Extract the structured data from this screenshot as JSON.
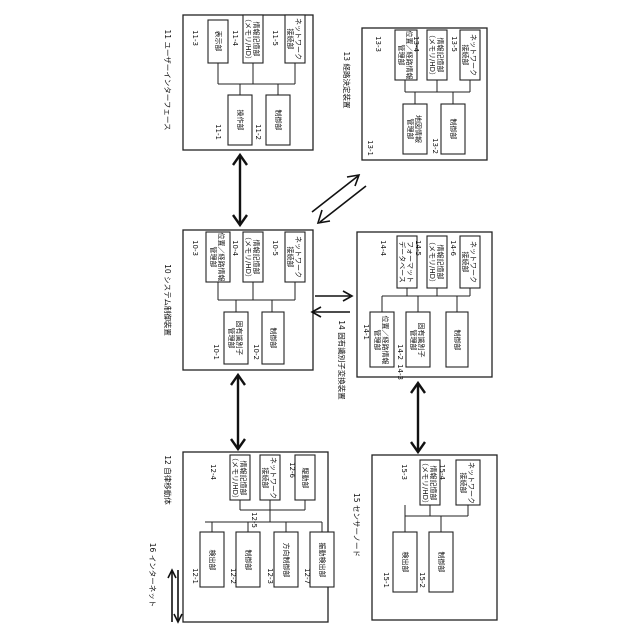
{
  "components": {
    "c11": {
      "title": "11 ユーザーインターフェース",
      "subs": [
        {
          "ref": "11-3",
          "lines": [
            "表示部"
          ]
        },
        {
          "ref": "11-4",
          "lines": [
            "情報記憶部",
            "（メモリ/HD）"
          ]
        },
        {
          "ref": "11-5",
          "lines": [
            "ネットワーク",
            "接続部"
          ]
        },
        {
          "ref": "11-1",
          "lines": [
            "操作部"
          ]
        },
        {
          "ref": "11-2",
          "lines": [
            "制御部"
          ]
        }
      ]
    },
    "c13": {
      "title": "13 経路決定装置",
      "subs": [
        {
          "ref": "13-3",
          "lines": [
            "位置／経路情報",
            "管理部"
          ]
        },
        {
          "ref": "13-4",
          "lines": [
            "情報記憶部",
            "（メモリ/HD）"
          ]
        },
        {
          "ref": "13-5",
          "lines": [
            "ネットワーク",
            "接続部"
          ]
        },
        {
          "ref": "13-1",
          "lines": [
            "地図情報",
            "管理部"
          ]
        },
        {
          "ref": "13-2",
          "lines": [
            "制御部"
          ]
        }
      ]
    },
    "c10": {
      "title": "10 システム制御装置",
      "subs": [
        {
          "ref": "10-3",
          "lines": [
            "位置／経路情報",
            "管理部"
          ]
        },
        {
          "ref": "10-4",
          "lines": [
            "情報記憶部",
            "（メモリ/HD）"
          ]
        },
        {
          "ref": "10-5",
          "lines": [
            "ネットワーク",
            "接続部"
          ]
        },
        {
          "ref": "10-1",
          "lines": [
            "固有識別子",
            "管理部"
          ]
        },
        {
          "ref": "10-2",
          "lines": [
            "制御部"
          ]
        }
      ]
    },
    "c14": {
      "title": "14 固有識別子変換装置",
      "subs": [
        {
          "ref": "14-4",
          "lines": [
            "フォーマット",
            "データベース"
          ]
        },
        {
          "ref": "14-5",
          "lines": [
            "情報記憶部",
            "（メモリ/HD）"
          ]
        },
        {
          "ref": "14-6",
          "lines": [
            "ネットワーク",
            "接続部"
          ]
        },
        {
          "ref": "14-1",
          "lines": [
            "位置／経路情報",
            "管理部"
          ]
        },
        {
          "ref": "14-2",
          "lines": [
            "固有識別子",
            "管理部"
          ]
        },
        {
          "ref": "14-3",
          "lines": [
            "制御部"
          ]
        }
      ]
    },
    "c12": {
      "title": "12 自律移動体",
      "subs": [
        {
          "ref": "12-4",
          "lines": [
            "情報記憶部",
            "（メモリ/HD）"
          ]
        },
        {
          "ref": "12-5",
          "lines": [
            "ネットワーク",
            "接続部"
          ]
        },
        {
          "ref": "12-6",
          "lines": [
            "駆動部"
          ]
        },
        {
          "ref": "12-1",
          "lines": [
            "検出部"
          ]
        },
        {
          "ref": "12-2",
          "lines": [
            "制御部"
          ]
        },
        {
          "ref": "12-3",
          "lines": [
            "方向制御部"
          ]
        },
        {
          "ref": "12-7",
          "lines": [
            "振動検出部"
          ]
        }
      ]
    },
    "c15": {
      "title": "15 センサーノード",
      "subs": [
        {
          "ref": "15-3",
          "lines": [
            "情報記憶部",
            "（メモリ/HD）"
          ]
        },
        {
          "ref": "15-4",
          "lines": [
            "ネットワーク",
            "接続部"
          ]
        },
        {
          "ref": "15-1",
          "lines": [
            "検出部"
          ]
        },
        {
          "ref": "15-2",
          "lines": [
            "制御部"
          ]
        }
      ]
    }
  },
  "internet_label": "16 インターネット"
}
